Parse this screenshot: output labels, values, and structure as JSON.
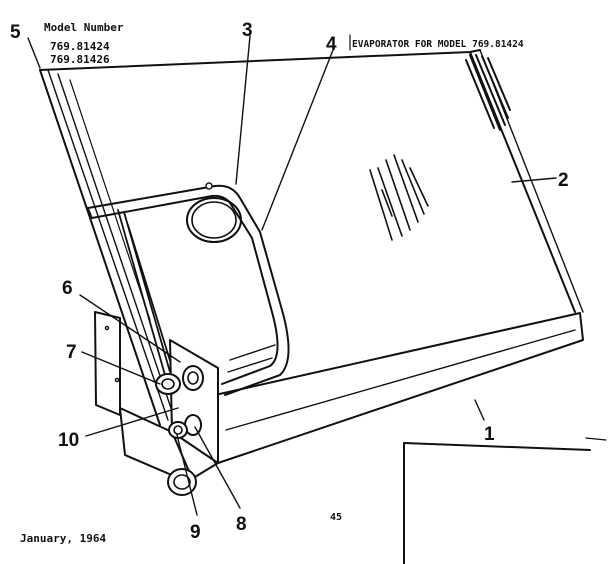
{
  "header": {
    "model_number_label": "Model Number",
    "model_numbers": [
      "769.81424",
      "769.81426"
    ],
    "evaporator_title": "EVAPORATOR FOR MODEL 769.81424"
  },
  "callouts": [
    {
      "id": "5",
      "text": "5"
    },
    {
      "id": "3",
      "text": "3"
    },
    {
      "id": "4",
      "text": "4"
    },
    {
      "id": "2",
      "text": "2"
    },
    {
      "id": "6",
      "text": "6"
    },
    {
      "id": "7",
      "text": "7"
    },
    {
      "id": "10",
      "text": "10"
    },
    {
      "id": "1",
      "text": "1"
    },
    {
      "id": "9",
      "text": "9"
    },
    {
      "id": "8",
      "text": "8"
    }
  ],
  "footer": {
    "date": "January, 1964",
    "page_code": "45"
  }
}
